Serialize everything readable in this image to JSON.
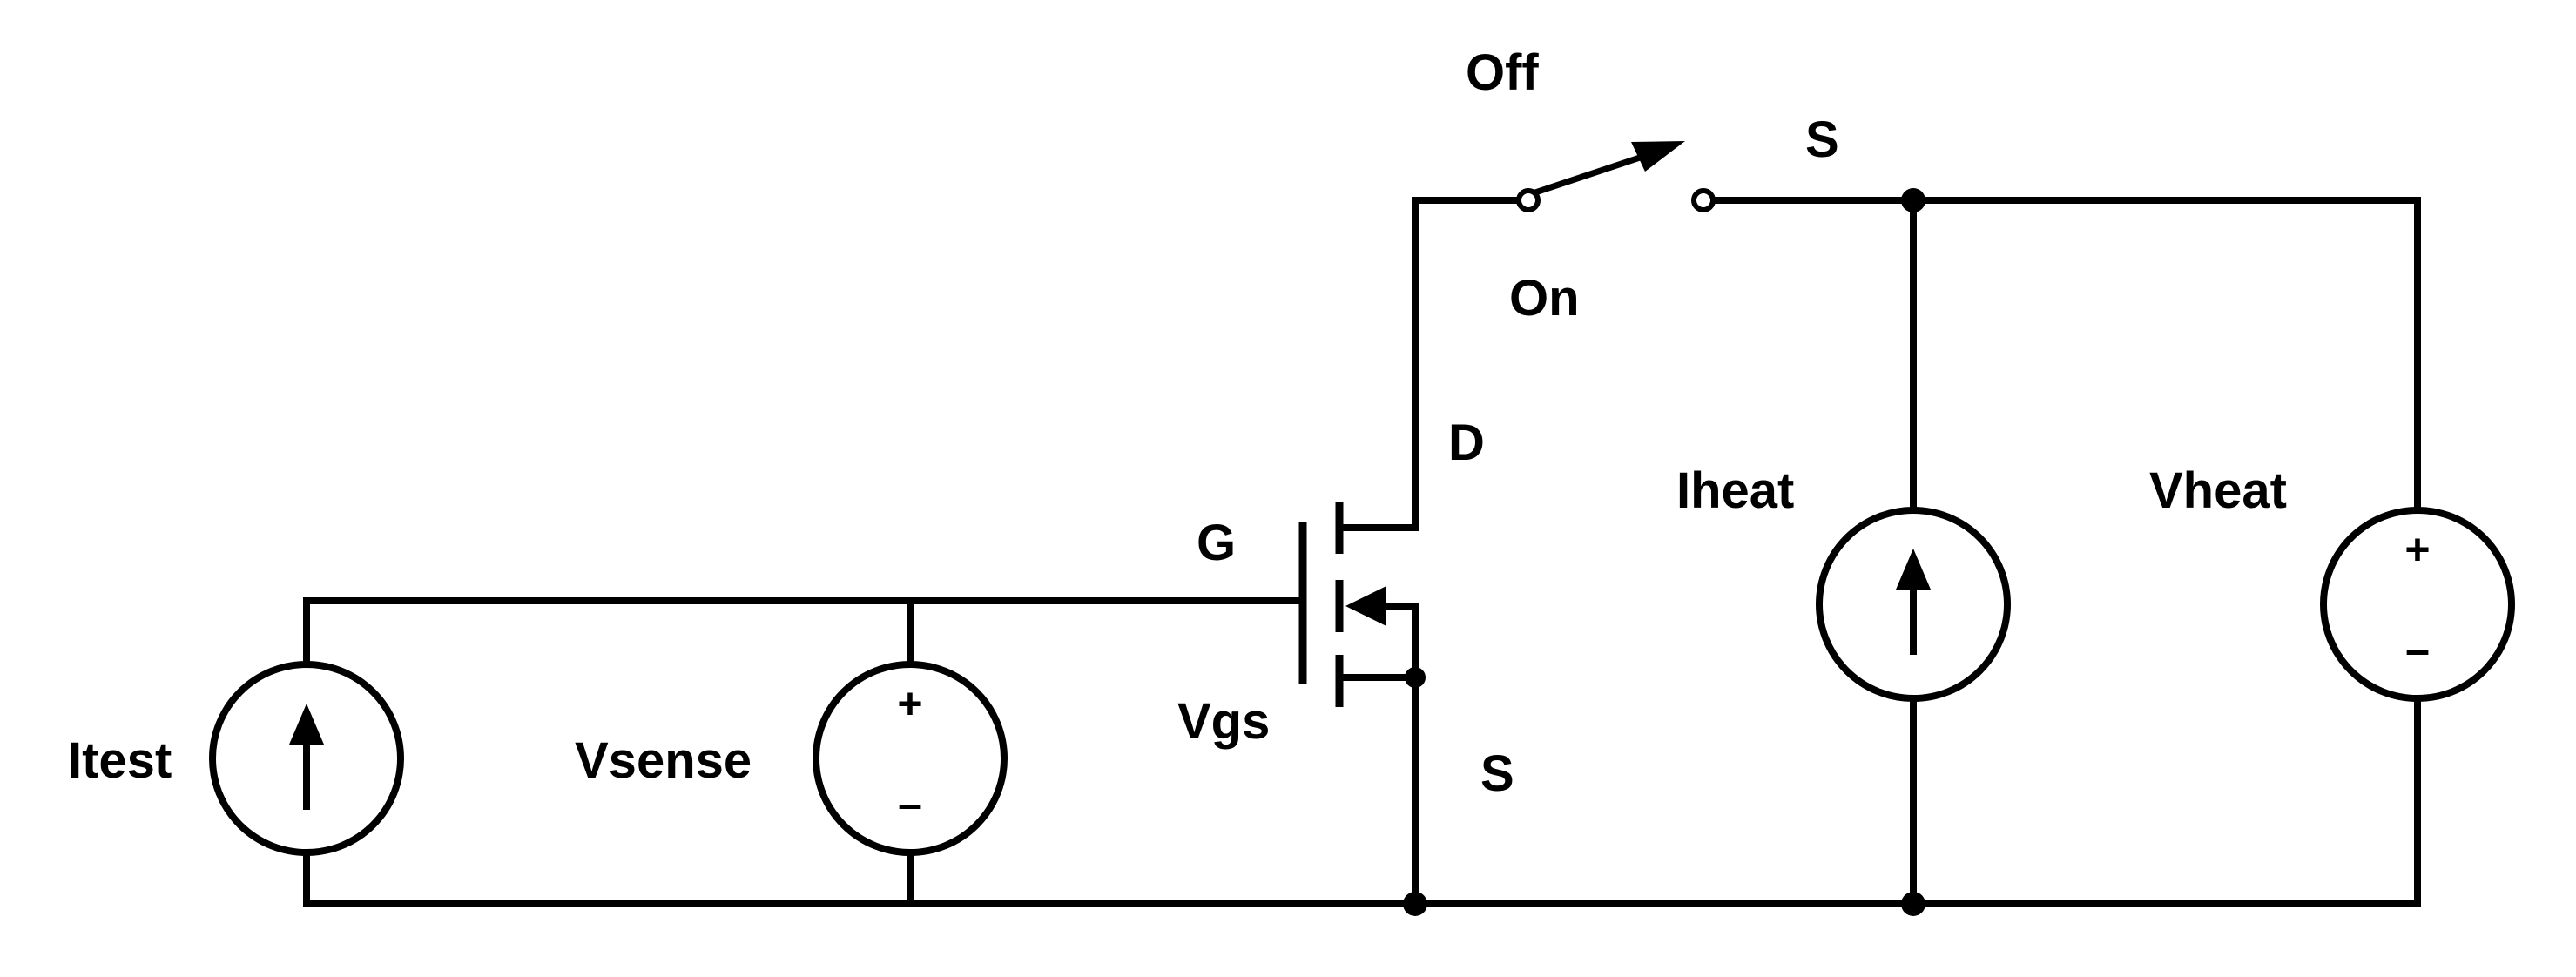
{
  "labels": {
    "off": "Off",
    "on": "On",
    "switch_s": "S",
    "drain": "D",
    "gate": "G",
    "vgs": "Vgs",
    "source": "S",
    "itest": "Itest",
    "vsense": "Vsense",
    "iheat": "Iheat",
    "vheat": "Vheat",
    "plus": "+",
    "minus": "–"
  }
}
